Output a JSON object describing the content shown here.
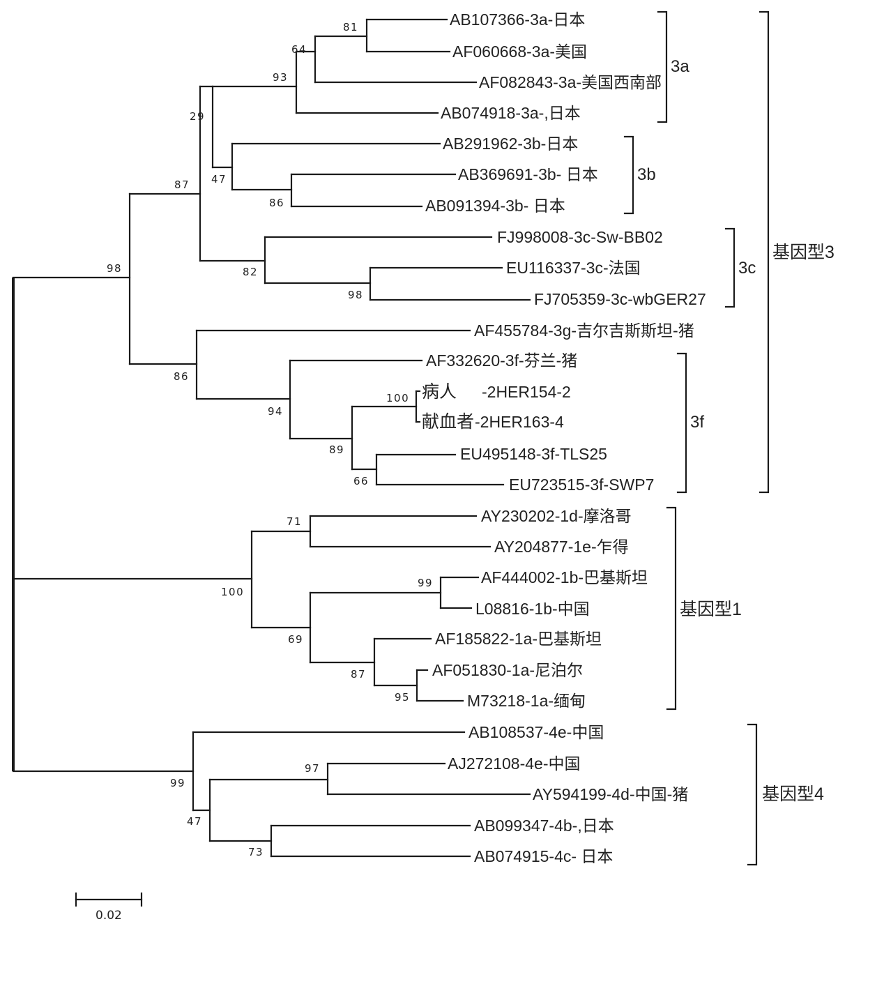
{
  "leaves": [
    {
      "text": "AB107366-3a-日本"
    },
    {
      "text": "AF060668-3a-美国"
    },
    {
      "text": "AF082843-3a-美国西南部"
    },
    {
      "text": "AB074918-3a-,日本"
    },
    {
      "text": "AB291962-3b-日本"
    },
    {
      "text": "AB369691-3b- 日本"
    },
    {
      "text": "AB091394-3b- 日本"
    },
    {
      "text": "FJ998008-3c-Sw-BB02"
    },
    {
      "text": "EU116337-3c-法国"
    },
    {
      "text": "FJ705359-3c-wbGER27"
    },
    {
      "text": "AF455784-3g-吉尔吉斯斯坦-猪"
    },
    {
      "text": "AF332620-3f-芬兰-猪"
    },
    {
      "text": "病人",
      "suffix": "-2HER154-2"
    },
    {
      "text": "献血者",
      "suffix": "-2HER163-4"
    },
    {
      "text": "EU495148-3f-TLS25"
    },
    {
      "text": "EU723515-3f-SWP7"
    },
    {
      "text": "AY230202-1d-摩洛哥"
    },
    {
      "text": "AY204877-1e-乍得"
    },
    {
      "text": "AF444002-1b-巴基斯坦"
    },
    {
      "text": "L08816-1b-中国"
    },
    {
      "text": "AF185822-1a-巴基斯坦"
    },
    {
      "text": "AF051830-1a-尼泊尔"
    },
    {
      "text": "M73218-1a-缅甸"
    },
    {
      "text": "AB108537-4e-中国"
    },
    {
      "text": "AJ272108-4e-中国"
    },
    {
      "text": "AY594199-4d-中国-猪"
    },
    {
      "text": "AB099347-4b-,日本"
    },
    {
      "text": "AB074915-4c- 日本"
    }
  ],
  "bootstrap": [
    "81",
    "64",
    "93",
    "29",
    "47",
    "86",
    "87",
    "82",
    "98",
    "98",
    "86",
    "94",
    "100",
    "89",
    "66",
    "71",
    "100",
    "99",
    "69",
    "87",
    "95",
    "99",
    "97",
    "47",
    "73"
  ],
  "subtype_brackets": [
    "3a",
    "3b",
    "3c",
    "3f"
  ],
  "genotype_brackets": [
    "基因型3",
    "基因型1",
    "基因型4"
  ],
  "scale": {
    "label": "0.02"
  }
}
